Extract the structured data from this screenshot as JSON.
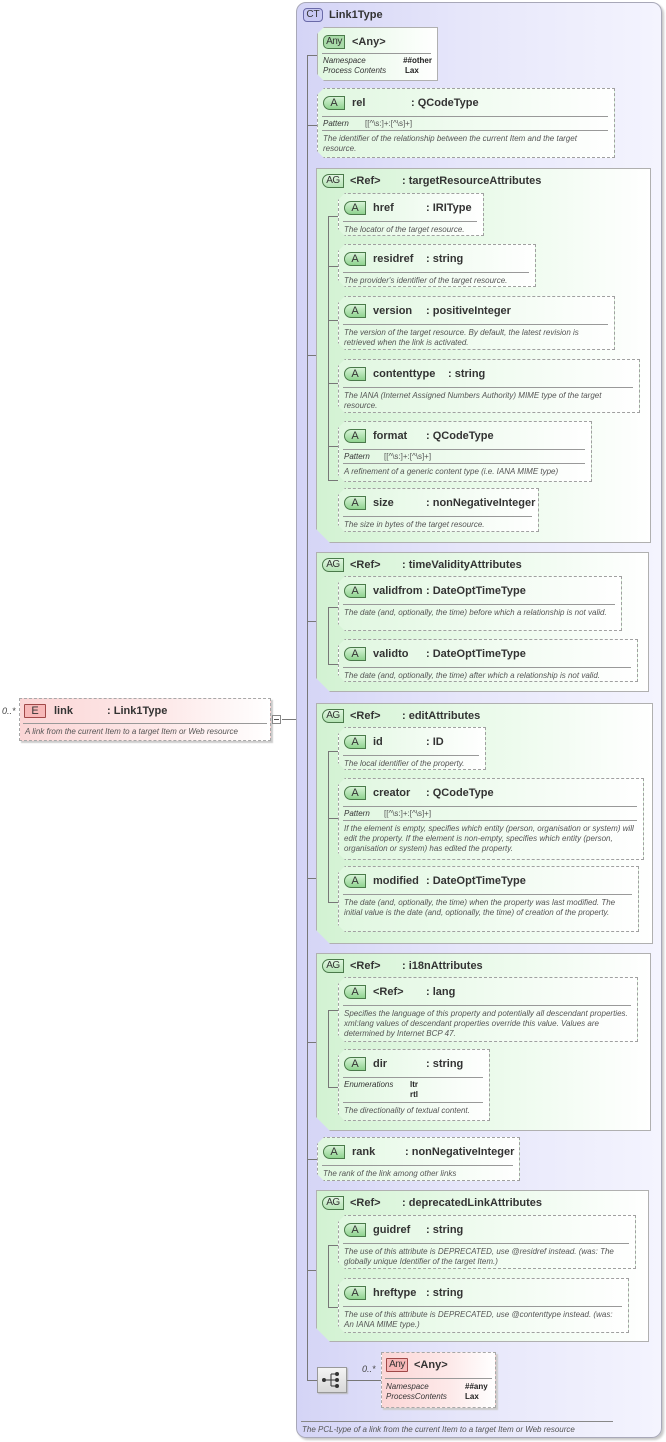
{
  "complex_type": {
    "badge": "CT",
    "name": "Link1Type",
    "documentation": "The PCL-type of a link from the current Item to a target Item or Web resource"
  },
  "element": {
    "badge": "E",
    "multiplicity": "0..*",
    "name": "link",
    "type": ": Link1Type",
    "documentation": "A link from the current Item to a target Item or Web resource"
  },
  "any_attribute": {
    "badge": "Any",
    "name": "<Any>",
    "namespace_label": "Namespace",
    "namespace_value": "##other",
    "process_label": "Process Contents",
    "process_value": "Lax"
  },
  "rel": {
    "badge": "A",
    "name": "rel",
    "type": ": QCodeType",
    "pattern_label": "Pattern",
    "pattern": "[[^\\s:]+:[^\\s]+]",
    "documentation": "The identifier of the relationship between the current Item and the target resource."
  },
  "groups": {
    "target": {
      "badge": "AG",
      "ref": "<Ref>",
      "name": ": targetResourceAttributes",
      "attrs": {
        "href": {
          "badge": "A",
          "name": "href",
          "type": ": IRIType",
          "documentation": "The locator of the target resource."
        },
        "residref": {
          "badge": "A",
          "name": "residref",
          "type": ": string",
          "documentation": "The  provider's identifier of the target resource."
        },
        "version": {
          "badge": "A",
          "name": "version",
          "type": ": positiveInteger",
          "documentation": "The version of the target resource. By default, the latest revision is retrieved when the link is activated."
        },
        "contenttype": {
          "badge": "A",
          "name": "contenttype",
          "type": ": string",
          "documentation": "The IANA (Internet Assigned Numbers Authority) MIME type of the target resource."
        },
        "format": {
          "badge": "A",
          "name": "format",
          "type": ": QCodeType",
          "pattern_label": "Pattern",
          "pattern": "[[^\\s:]+:[^\\s]+]",
          "documentation": "A refinement of a generic content type (i.e. IANA MIME type)"
        },
        "size": {
          "badge": "A",
          "name": "size",
          "type": ": nonNegativeInteger",
          "documentation": "The size in bytes of the target resource."
        }
      }
    },
    "time": {
      "badge": "AG",
      "ref": "<Ref>",
      "name": ": timeValidityAttributes",
      "attrs": {
        "validfrom": {
          "badge": "A",
          "name": "validfrom",
          "type": ": DateOptTimeType",
          "documentation": "The date (and, optionally, the time) before which a relationship is not valid."
        },
        "validto": {
          "badge": "A",
          "name": "validto",
          "type": ": DateOptTimeType",
          "documentation": "The date (and, optionally, the time) after which a relationship is not valid."
        }
      }
    },
    "edit": {
      "badge": "AG",
      "ref": "<Ref>",
      "name": ": editAttributes",
      "attrs": {
        "id": {
          "badge": "A",
          "name": "id",
          "type": ": ID",
          "documentation": "The local identifier of the property."
        },
        "creator": {
          "badge": "A",
          "name": "creator",
          "type": ": QCodeType",
          "pattern_label": "Pattern",
          "pattern": "[[^\\s:]+:[^\\s]+]",
          "documentation": "If the element is empty, specifies which entity (person, organisation or system) will edit the property. If the element is non-empty, specifies which entity (person, organisation or system) has edited the property."
        },
        "modified": {
          "badge": "A",
          "name": "modified",
          "type": ": DateOptTimeType",
          "documentation": "The date (and, optionally, the time) when the property was last modified. The initial value is the date (and, optionally, the time) of creation of the property."
        }
      }
    },
    "i18n": {
      "badge": "AG",
      "ref": "<Ref>",
      "name": ": i18nAttributes",
      "attrs": {
        "lang": {
          "badge": "A",
          "name": "<Ref>",
          "type": ": lang",
          "documentation": "Specifies the language of this property and potentially all descendant properties. xml:lang values of descendant properties override this value. Values are determined by Internet BCP 47."
        },
        "dir": {
          "badge": "A",
          "name": "dir",
          "type": ": string",
          "enum_label": "Enumerations",
          "enum_1": "ltr",
          "enum_2": "rtl",
          "documentation": "The directionality of textual content."
        }
      }
    },
    "deprecated": {
      "badge": "AG",
      "ref": "<Ref>",
      "name": ": deprecatedLinkAttributes",
      "attrs": {
        "guidref": {
          "badge": "A",
          "name": "guidref",
          "type": ": string",
          "documentation": "The use of this attribute is DEPRECATED, use @residref instead. (was: The globally unique Identifier of the target Item.)"
        },
        "hreftype": {
          "badge": "A",
          "name": "hreftype",
          "type": ": string",
          "documentation": "The use of this attribute is DEPRECATED, use @contenttype instead. (was: An IANA MIME type.)"
        }
      }
    }
  },
  "rank": {
    "badge": "A",
    "name": "rank",
    "type": ": nonNegativeInteger",
    "documentation": "The rank of the link among other links"
  },
  "sequence": {
    "icon": "sequence-compositor-icon",
    "any_element": {
      "badge": "Any",
      "multiplicity": "0..*",
      "name": "<Any>",
      "namespace_label": "Namespace",
      "namespace_value": "##any",
      "process_label": "ProcessContents",
      "process_value": "Lax"
    }
  },
  "colors": {
    "complex_type_bg": "#e2e2fa",
    "attribute_bg": "#e0f7e0",
    "element_bg": "#fbd6d6",
    "connector": "#777777"
  }
}
